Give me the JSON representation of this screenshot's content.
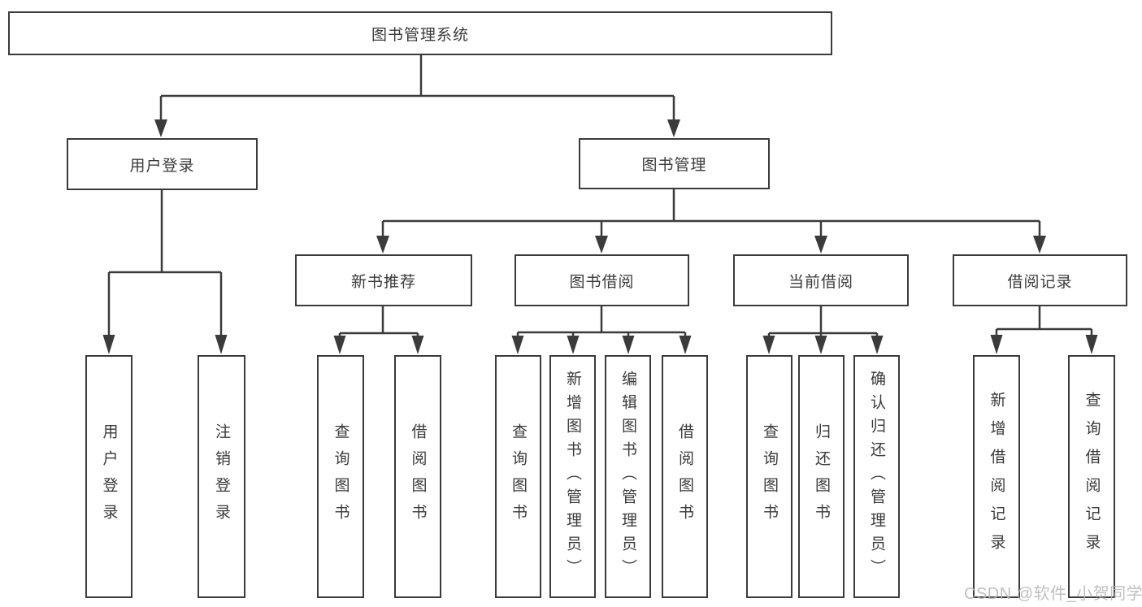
{
  "tree": {
    "label": "图书管理系统",
    "children": [
      {
        "label": "用户登录",
        "children": [
          {
            "label": "用户登录"
          },
          {
            "label": "注销登录"
          }
        ]
      },
      {
        "label": "图书管理",
        "children": [
          {
            "label": "新书推荐",
            "children": [
              {
                "label": "查询图书"
              },
              {
                "label": "借阅图书"
              }
            ]
          },
          {
            "label": "图书借阅",
            "children": [
              {
                "label": "查询图书"
              },
              {
                "label": "新增图书（管理员）"
              },
              {
                "label": "编辑图书（管理员）"
              },
              {
                "label": "借阅图书"
              }
            ]
          },
          {
            "label": "当前借阅",
            "children": [
              {
                "label": "查询图书"
              },
              {
                "label": "归还图书"
              },
              {
                "label": "确认归还（管理员）"
              }
            ]
          },
          {
            "label": "借阅记录",
            "children": [
              {
                "label": "新增借阅记录"
              },
              {
                "label": "查询借阅记录"
              }
            ]
          }
        ]
      }
    ]
  },
  "watermark": {
    "text": "CSDN @软件_小贺同学"
  },
  "colors": {
    "line": "#3b3b3b",
    "text": "#3a3a3a",
    "watermark": "#b4b4b4",
    "background": "#ffffff"
  }
}
